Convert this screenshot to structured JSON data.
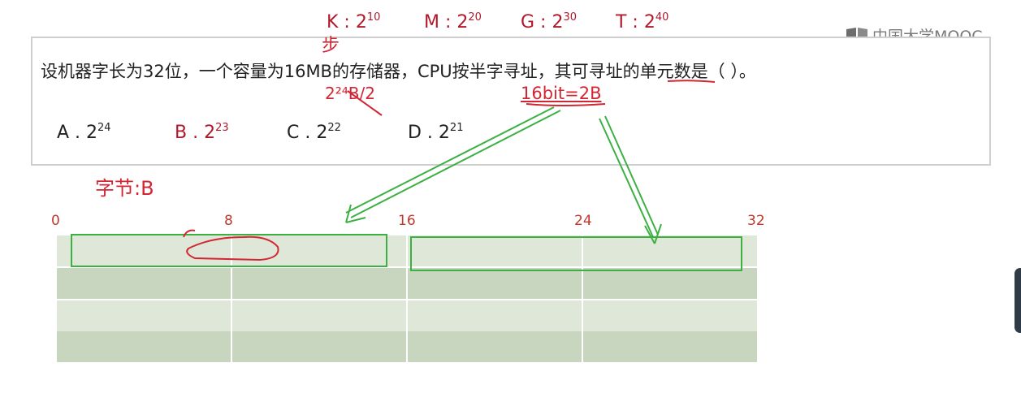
{
  "units": [
    {
      "label": "K : 2",
      "exp": "10"
    },
    {
      "label": "M : 2",
      "exp": "20"
    },
    {
      "label": "G : 2",
      "exp": "30"
    },
    {
      "label": "T : 2",
      "exp": "40"
    }
  ],
  "logo": {
    "text": "中国大学MOOC",
    "icon": "mooc-logo-icon"
  },
  "question": {
    "text": "设机器字长为32位，一个容量为16MB的存储器，CPU按半字寻址，其可寻址的单元数是（      ）。"
  },
  "options": [
    {
      "label": "A . 2",
      "exp": "24"
    },
    {
      "label": "B . 2",
      "exp": "23"
    },
    {
      "label": "C . 2",
      "exp": "22"
    },
    {
      "label": "D . 2",
      "exp": "21"
    }
  ],
  "annotations": {
    "above_16": "步",
    "capacity": "2²⁴B/2",
    "halfword": "16bit=2B",
    "byte_note": "字节:B"
  },
  "bit_ticks": [
    "0",
    "8",
    "16",
    "24",
    "32"
  ],
  "colors": {
    "red_ink": "#d32633",
    "green_ink": "#3cb043",
    "grid_dark": "#c9d6bf",
    "grid_light": "#dfe7d8"
  }
}
